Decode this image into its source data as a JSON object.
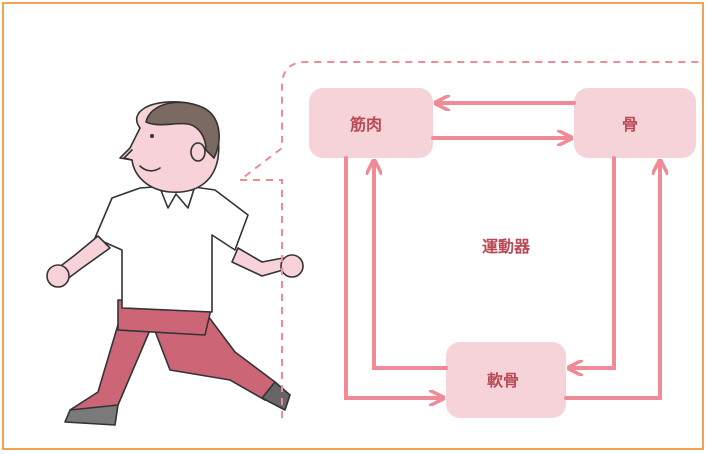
{
  "diagram": {
    "center_label": "運動器",
    "nodes": {
      "muscle": "筋肉",
      "bone": "骨",
      "cartilage": "軟骨"
    }
  },
  "colors": {
    "frame": "#f0a255",
    "node_fill": "#f6d3d8",
    "arrow": "#ef8a97",
    "text": "#b84a55",
    "skin": "#f7d2d8",
    "pants": "#cc6677",
    "hair": "#7a6a62"
  }
}
